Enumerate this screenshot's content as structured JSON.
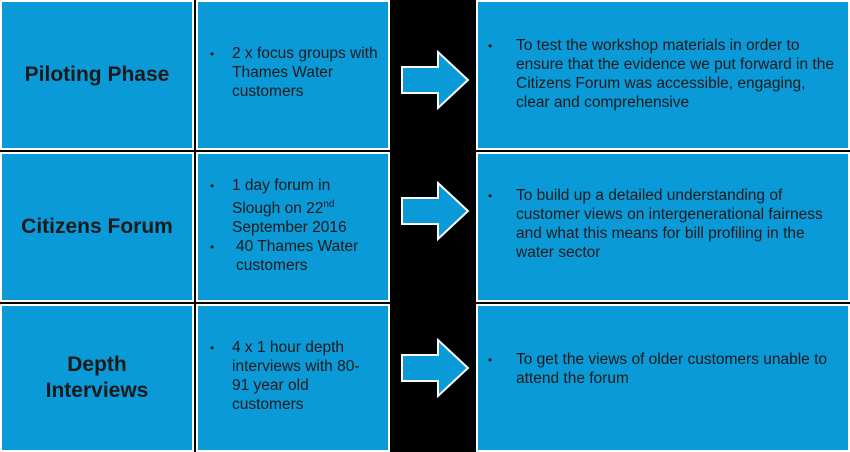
{
  "rows": [
    {
      "phase": "Piloting Phase",
      "details": [
        "2 x focus groups with Thames Water customers"
      ],
      "objective": [
        "To test the workshop materials in order to ensure that the evidence we put forward in the Citizens Forum was accessible, engaging, clear and comprehensive"
      ]
    },
    {
      "phase": "Citizens Forum",
      "details": [
        "1 day forum in Slough on 22",
        "nd",
        "September 2016",
        "40 Thames Water customers"
      ],
      "objective": [
        "To build up a detailed understanding of customer views on intergenerational fairness and what this means for bill profiling in the water sector"
      ]
    },
    {
      "phase": "Depth Interviews",
      "details": [
        "4 x 1 hour depth interviews with 80-91 year old customers"
      ],
      "objective": [
        "To get the views of older customers unable to attend the forum"
      ]
    }
  ],
  "bullet": "•",
  "colors": {
    "cell": "#0a9ad8",
    "arrow": "#0a9ad8",
    "background": "#000000",
    "border": "#ffffff"
  }
}
